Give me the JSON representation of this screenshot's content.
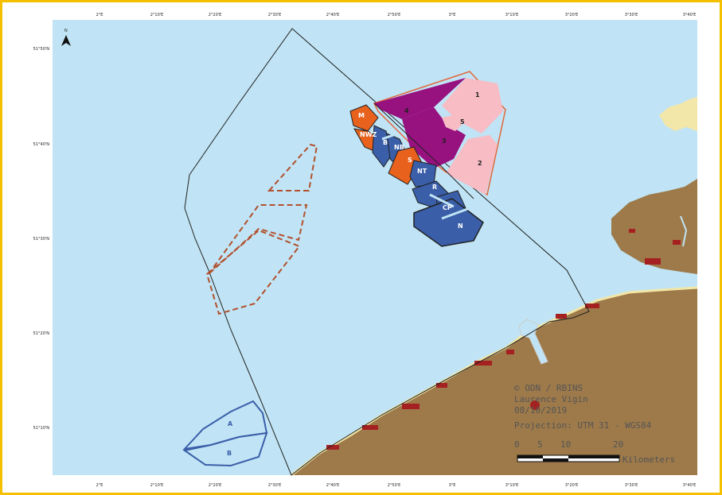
{
  "map": {
    "north_label": "N",
    "lon_labels": [
      "2°E",
      "2°10'E",
      "2°20'E",
      "2°30'E",
      "2°40'E",
      "2°50'E",
      "3°E",
      "3°10'E",
      "3°20'E",
      "3°30'E",
      "3°40'E"
    ],
    "lat_labels": [
      "51°50'N",
      "51°40'N",
      "51°30'N",
      "51°20'N",
      "51°10'N"
    ],
    "zones": {
      "z1": "1",
      "z2": "2",
      "z3": "3",
      "z4": "4",
      "z5": "5",
      "m": "M",
      "nwz": "NWZ",
      "b": "B",
      "nb": "NB",
      "s": "S",
      "nt": "NT",
      "r": "R",
      "cp": "CP",
      "n": "N",
      "a": "A",
      "bsouth": "B"
    },
    "credits": {
      "line1": "© ODN / RBINS",
      "line2": "Laurence Vigin",
      "line3": "08/10/2019",
      "line4": "Projection: UTM 31 - WGS84"
    },
    "scale": {
      "t0": "0",
      "t5": "5",
      "t10": "10",
      "t20": "20",
      "unit": "Kilometers"
    },
    "colors": {
      "sea": "#c0e4f5",
      "land": "#9e7a4a",
      "urban": "#a52020",
      "sand": "#f2e7a8",
      "zone_pink": "#f7bcc4",
      "zone_purple": "#97117f",
      "zone_orange": "#e8621e",
      "zone_blue": "#3a5ea8",
      "border_orange": "#e2663a",
      "dashed_brown": "#b2502e",
      "frame": "#f5c000"
    }
  }
}
